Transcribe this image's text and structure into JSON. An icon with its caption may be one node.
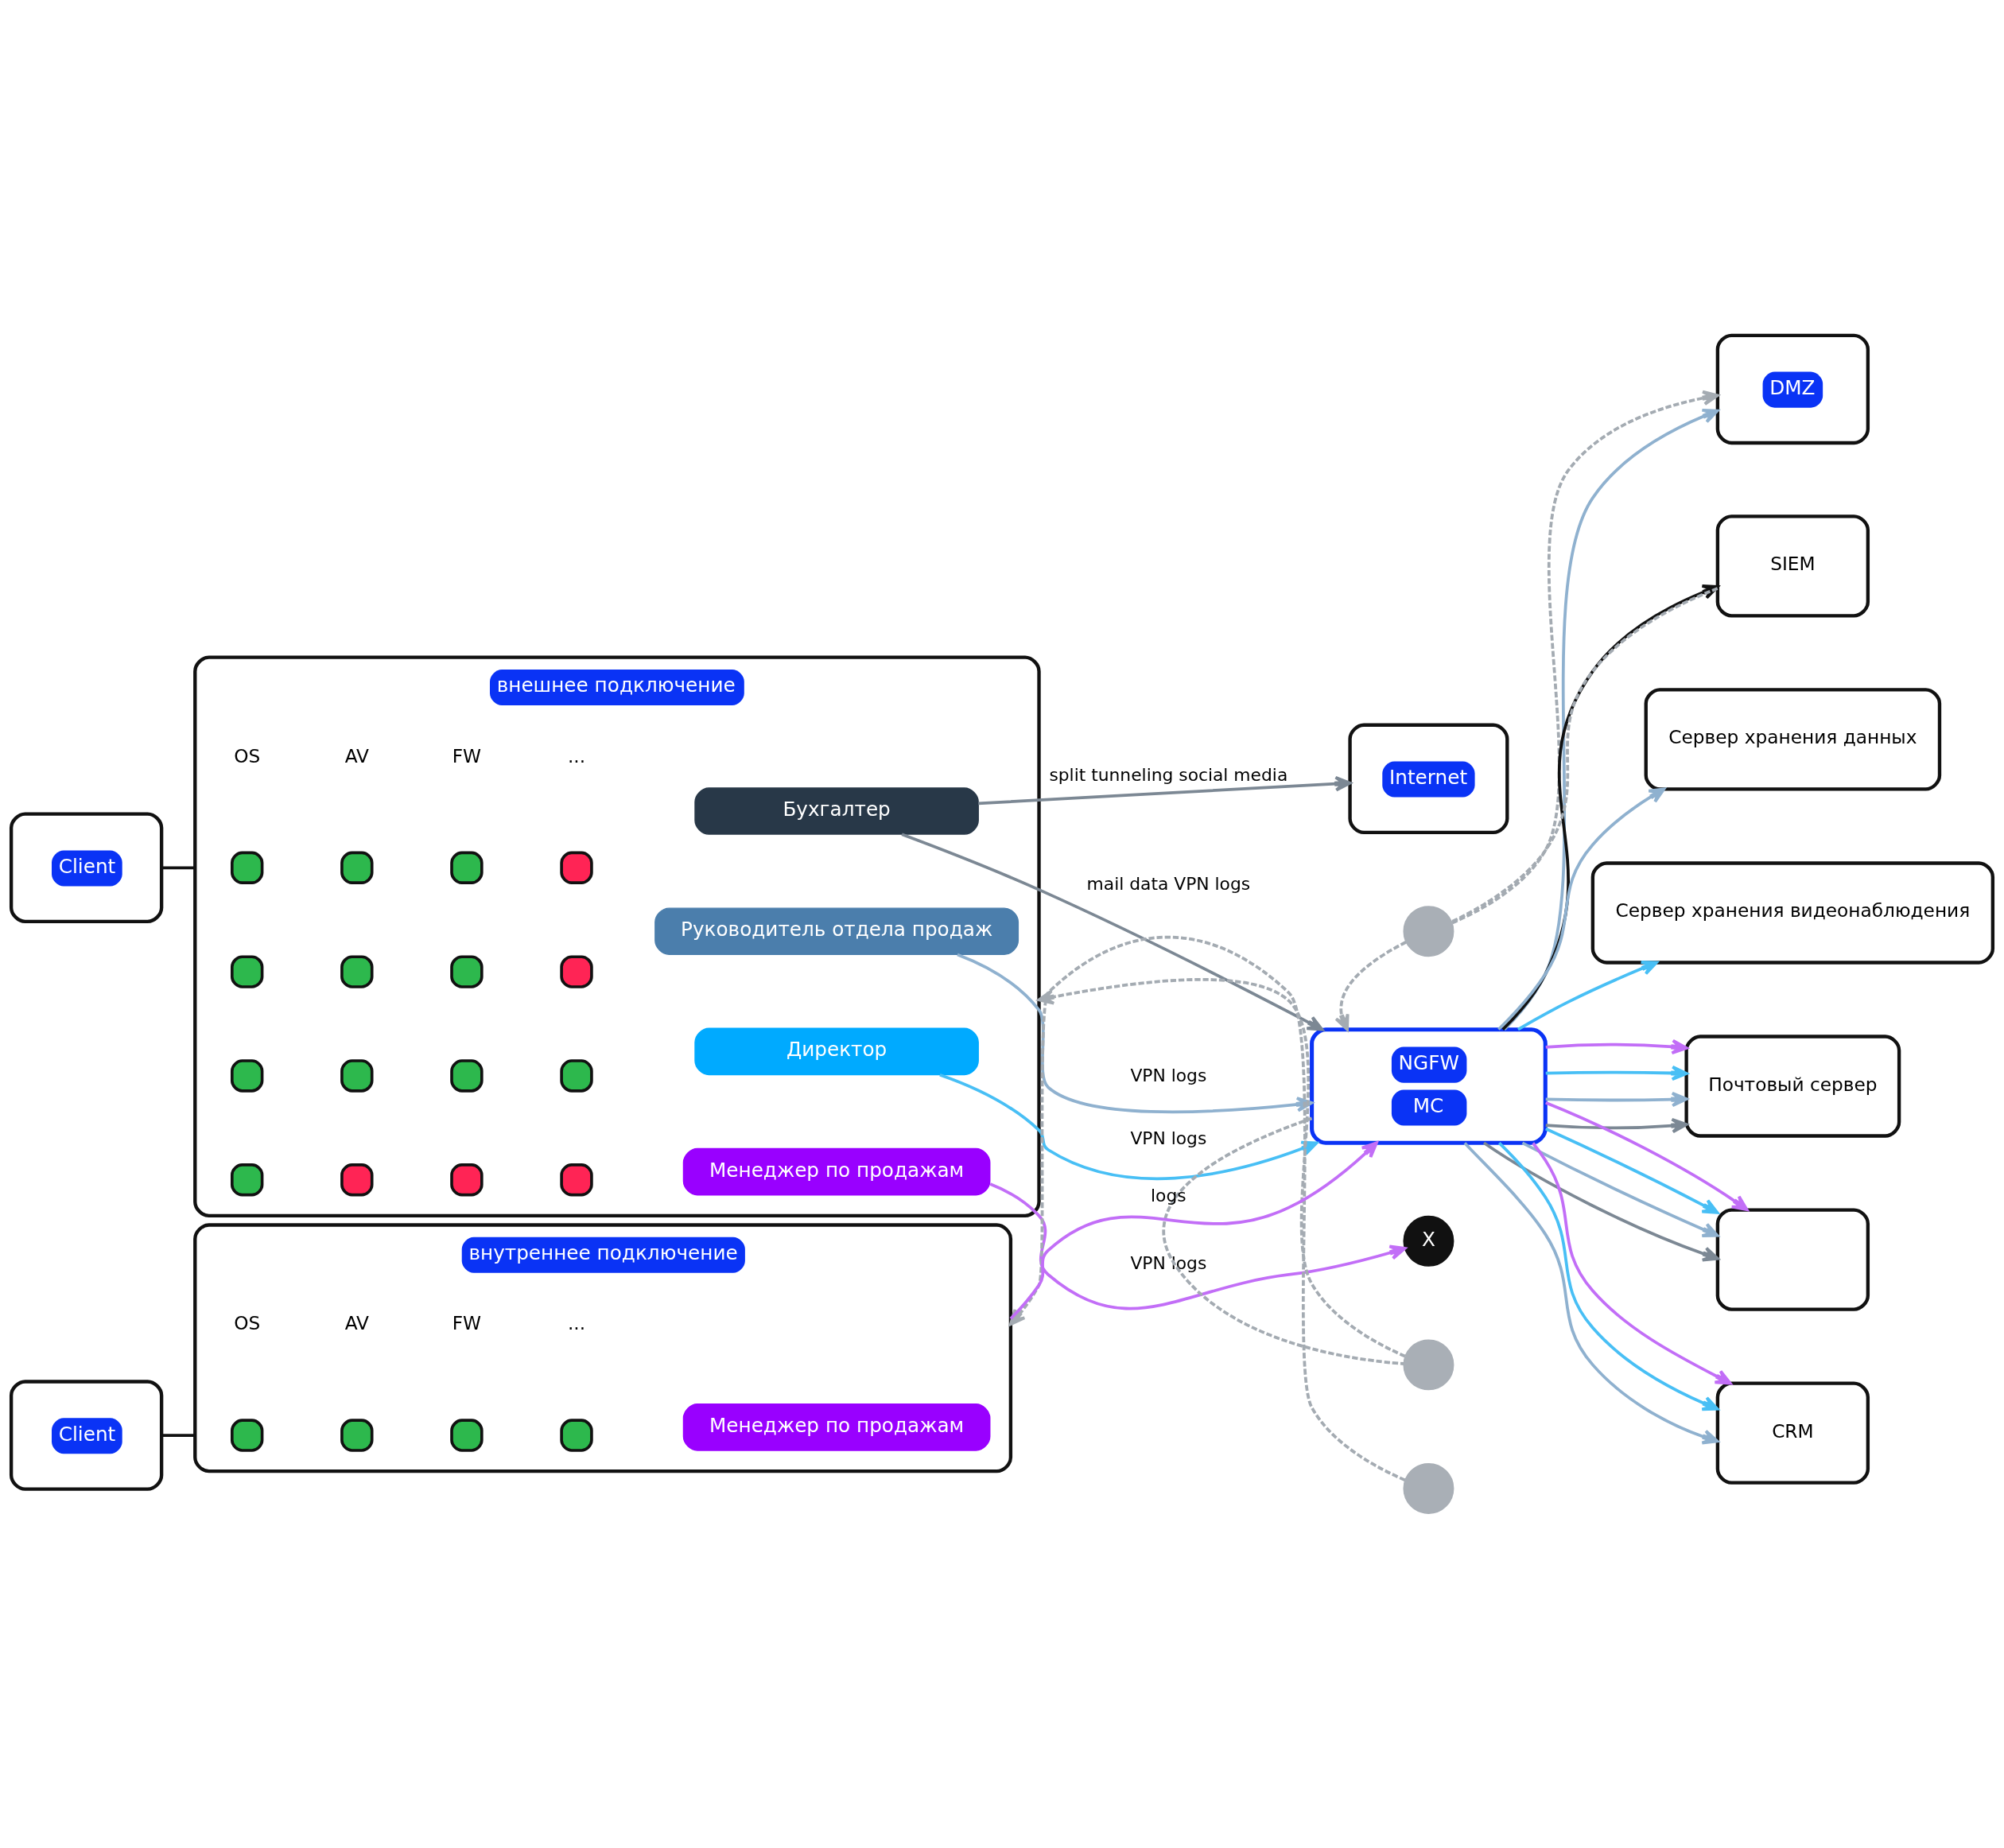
{
  "diagram": {
    "nodes": [
      {
        "text": [
          "Client"
        ]
      },
      {
        "text": [
          "внешнее подключение"
        ]
      },
      {
        "text": [],
        "shape": "check",
        "in": 1
      },
      {
        "text": [],
        "shape": "check",
        "in": 1
      },
      {
        "text": [],
        "shape": "check",
        "in": 1
      },
      {
        "text": [],
        "shape": "cross",
        "in": 1
      },
      {
        "text": [
          "Бухгалтер"
        ],
        "in": 1
      },
      {
        "text": [],
        "shape": "check",
        "in": 1
      },
      {
        "text": [],
        "shape": "check",
        "in": 1
      },
      {
        "text": [],
        "shape": "check",
        "in": 1
      },
      {
        "text": [],
        "shape": "cross",
        "in": 1
      },
      {
        "text": [
          "Руководитель отдела продаж"
        ],
        "in": 1
      },
      {
        "text": [],
        "shape": "check",
        "in": 1
      },
      {
        "text": [],
        "shape": "check",
        "in": 1
      },
      {
        "text": [],
        "shape": "check",
        "in": 1
      },
      {
        "text": [],
        "shape": "check",
        "in": 1
      },
      {
        "text": [
          "Директор"
        ],
        "in": 1
      },
      {
        "text": [],
        "shape": "check",
        "in": 1
      },
      {
        "text": [],
        "shape": "cross",
        "in": 1
      },
      {
        "text": [],
        "shape": "cross",
        "in": 1
      },
      {
        "text": [],
        "shape": "cross",
        "in": 1
      },
      {
        "text": [
          "Менеджер по продажам"
        ],
        "in": 1
      },
      {
        "text": [
          "Internet"
        ]
      },
      {
        "text": [
          "DMZ"
        ]
      },
      {
        "text": [],
        "shape": "circle"
      },
      {
        "text": [
          "NGFW",
          "MC"
        ]
      },
      {
        "text": [],
        "shape": "circle"
      },
      {
        "text": [
          "X"
        ]
      },
      {
        "text": [],
        "shape": "circle"
      },
      {
        "text": [
          "внутреннее подключение"
        ]
      },
      {
        "text": [],
        "shape": "check",
        "in": 29
      },
      {
        "text": [],
        "shape": "check",
        "in": 29
      },
      {
        "text": [],
        "shape": "check",
        "in": 29
      },
      {
        "text": [],
        "shape": "check",
        "in": 29
      },
      {
        "text": [
          "Менеджер по продажам"
        ],
        "in": 29
      },
      {
        "text": [
          "Client"
        ]
      },
      {
        "text": [
          "SIEM"
        ]
      },
      {
        "text": [
          "Сервер хранения данных"
        ]
      },
      {
        "text": [
          "Сервер хранения видеонаблюдения"
        ]
      },
      {
        "text": [
          "Почтовый сервер"
        ]
      },
      {
        "text": [],
        "shape": "box"
      },
      {
        "text": [
          "CRM"
        ]
      }
    ],
    "edges": [
      {
        "from": 0,
        "to": 1,
        "arrow": "none",
        "color": "#111111"
      },
      {
        "from": 6,
        "to": 22,
        "arrow": "to",
        "label": "split tunneling social media",
        "color": "#7c8894"
      },
      {
        "from": 6,
        "to": 25,
        "arrow": "to",
        "label": "mail data VPN logs",
        "color": "#7c8894"
      },
      {
        "from": 11,
        "to": 25,
        "arrow": "to",
        "label": "VPN logs",
        "color": "#8fb1cf"
      },
      {
        "from": 25,
        "to": 26,
        "arrow": "none",
        "style": "dashed",
        "color": "#a4abb2"
      },
      {
        "from": 26,
        "to": 1,
        "arrow": "to",
        "style": "dashed",
        "color": "#a4abb2"
      },
      {
        "from": 16,
        "to": 25,
        "arrow": "to",
        "label": "VPN logs",
        "color": "#48bff5"
      },
      {
        "from": 21,
        "to": 27,
        "arrow": "to",
        "label": "VPN logs",
        "color": "#c26ef7"
      },
      {
        "from": 25,
        "to": 23,
        "arrow": "to",
        "color": "#8fb1cf"
      },
      {
        "from": 36,
        "to": 24,
        "arrow": "none",
        "style": "dashed",
        "color": "#a4abb2"
      },
      {
        "from": 24,
        "to": 23,
        "arrow": "to",
        "style": "dashed",
        "color": "#a4abb2"
      },
      {
        "from": 24,
        "to": 25,
        "arrow": "to",
        "style": "dashed",
        "color": "#a4abb2"
      },
      {
        "from": 28,
        "to": 29,
        "arrow": "to",
        "style": "dashed",
        "color": "#a4abb2"
      },
      {
        "from": 29,
        "to": 25,
        "arrow": "to",
        "label": "logs",
        "color": "#c26ef7"
      },
      {
        "from": 35,
        "to": 29,
        "arrow": "none",
        "color": "#111111"
      },
      {
        "from": 25,
        "to": 36,
        "arrow": "to",
        "color": "#111111"
      },
      {
        "from": 25,
        "to": 37,
        "arrow": "to",
        "color": "#8fb1cf"
      },
      {
        "from": 25,
        "to": 38,
        "arrow": "to",
        "color": "#48bff5"
      },
      {
        "from": 25,
        "to": 39,
        "arrow": "to",
        "color": "#7c8894"
      },
      {
        "from": 25,
        "to": 39,
        "arrow": "to",
        "color": "#8fb1cf"
      },
      {
        "from": 25,
        "to": 39,
        "arrow": "to",
        "color": "#48bff5"
      },
      {
        "from": 25,
        "to": 39,
        "arrow": "to",
        "color": "#c26ef7"
      },
      {
        "from": 25,
        "to": 40,
        "arrow": "to",
        "color": "#7c8894"
      },
      {
        "from": 25,
        "to": 40,
        "arrow": "to",
        "color": "#8fb1cf"
      },
      {
        "from": 25,
        "to": 40,
        "arrow": "to",
        "color": "#48bff5"
      },
      {
        "from": 25,
        "to": 40,
        "arrow": "to",
        "color": "#c26ef7"
      },
      {
        "from": 25,
        "to": 41,
        "arrow": "to",
        "color": "#8fb1cf"
      },
      {
        "from": 25,
        "to": 41,
        "arrow": "to",
        "color": "#48bff5"
      },
      {
        "from": 25,
        "to": 41,
        "arrow": "to",
        "color": "#c26ef7"
      }
    ],
    "labels": [
      "OS",
      "AV",
      "FW",
      "...",
      "OS",
      "AV",
      "FW",
      "..."
    ]
  }
}
